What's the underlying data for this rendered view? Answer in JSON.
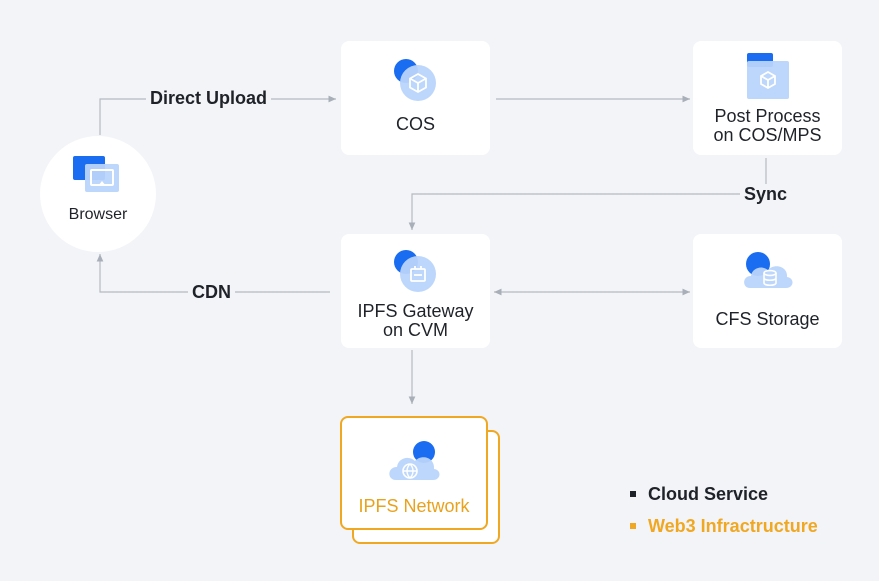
{
  "nodes": {
    "browser": "Browser",
    "cos": "COS",
    "post_process": "Post Process\non COS/MPS",
    "ipfs_gateway": "IPFS Gateway\non CVM",
    "cfs_storage": "CFS Storage",
    "ipfs_network": "IPFS Network"
  },
  "edges": {
    "direct_upload": "Direct Upload",
    "sync": "Sync",
    "cdn": "CDN"
  },
  "legend": [
    {
      "label": "Cloud Service",
      "color": "#1f2329"
    },
    {
      "label": "Web3 Infractructure",
      "color": "#f0a823"
    }
  ],
  "colors": {
    "background": "#f3f4f7",
    "node_fill": "#ffffff",
    "accent_blue": "#1a6cf0",
    "light_blue": "#b9d4fb",
    "web3_orange": "#f0a823",
    "edge": "#a9afb8"
  }
}
